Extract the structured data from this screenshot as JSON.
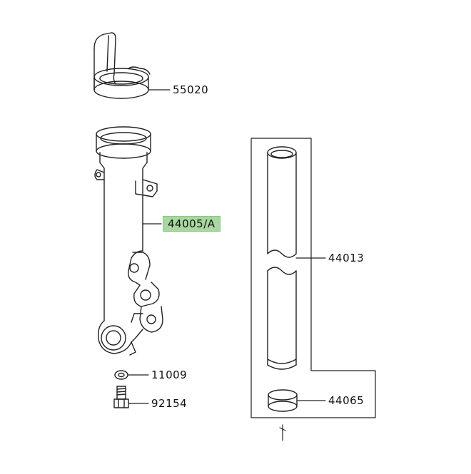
{
  "callouts": [
    {
      "part_number": "55020"
    },
    {
      "part_number": "44005/A",
      "highlighted": true
    },
    {
      "part_number": "44013"
    },
    {
      "part_number": "11009"
    },
    {
      "part_number": "92154"
    },
    {
      "part_number": "44065"
    }
  ],
  "colors": {
    "line": "#222222",
    "highlight_fill": "#a8d8a0",
    "background": "#ffffff"
  }
}
